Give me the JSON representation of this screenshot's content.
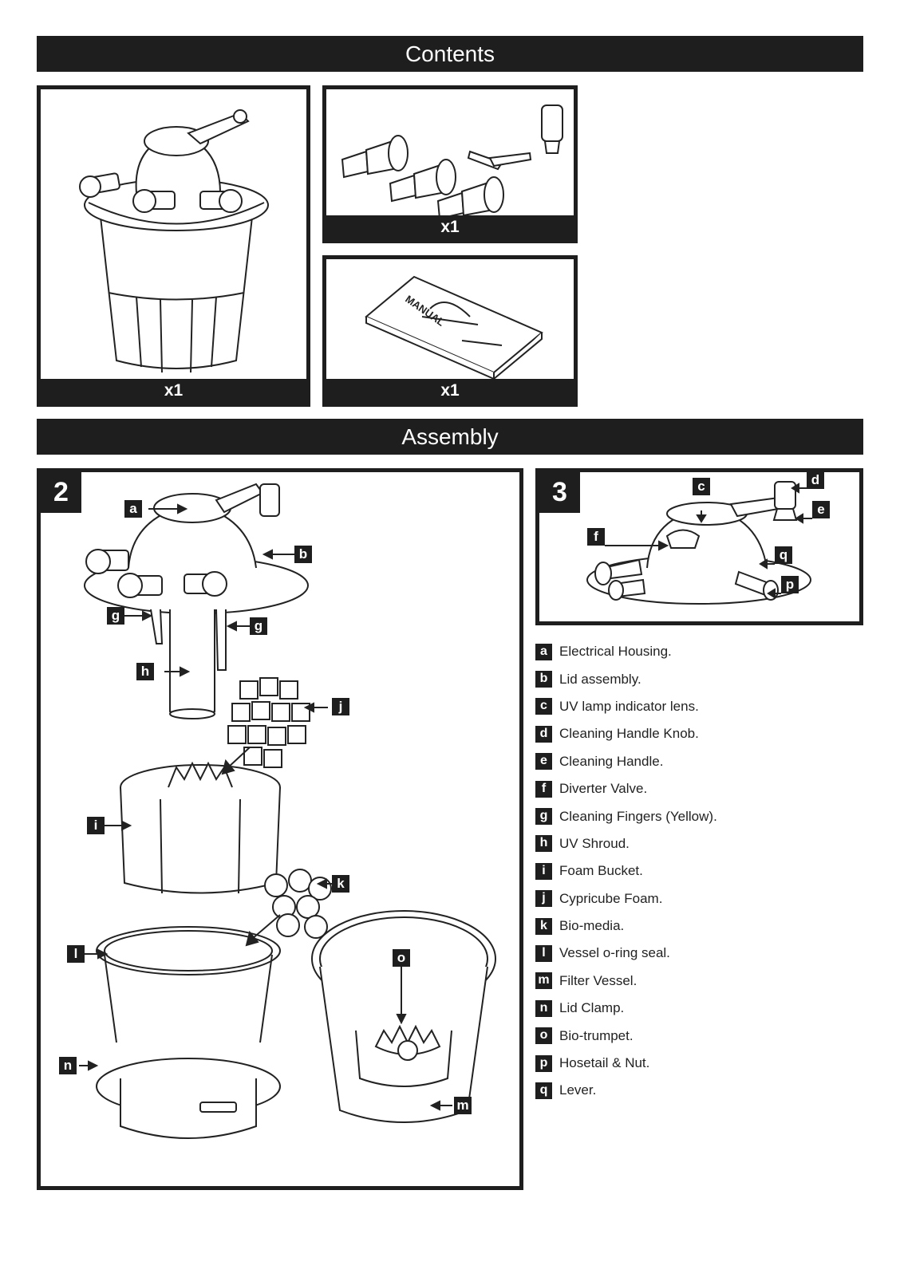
{
  "sections": {
    "contents_title": "Contents",
    "assembly_title": "Assembly"
  },
  "contents": {
    "filter_qty": "x1",
    "fittings_qty": "x1",
    "manual_qty": "x1",
    "manual_cover_text": "MANUAL"
  },
  "steps": {
    "step2": "2",
    "step3": "3"
  },
  "legend": [
    {
      "letter": "a",
      "text": "Electrical Housing."
    },
    {
      "letter": "b",
      "text": "Lid assembly."
    },
    {
      "letter": "c",
      "text": "UV lamp indicator lens."
    },
    {
      "letter": "d",
      "text": "Cleaning Handle Knob."
    },
    {
      "letter": "e",
      "text": "Cleaning Handle."
    },
    {
      "letter": "f",
      "text": "Diverter Valve."
    },
    {
      "letter": "g",
      "text": "Cleaning Fingers (Yellow)."
    },
    {
      "letter": "h",
      "text": "UV Shroud."
    },
    {
      "letter": "i",
      "text": "Foam Bucket."
    },
    {
      "letter": "j",
      "text": "Cypricube Foam."
    },
    {
      "letter": "k",
      "text": "Bio-media."
    },
    {
      "letter": "l",
      "text": "Vessel o-ring seal."
    },
    {
      "letter": "m",
      "text": "Filter Vessel."
    },
    {
      "letter": "n",
      "text": "Lid Clamp."
    },
    {
      "letter": "o",
      "text": "Bio-trumpet."
    },
    {
      "letter": "p",
      "text": "Hosetail & Nut."
    },
    {
      "letter": "q",
      "text": "Lever."
    }
  ],
  "icons": {
    "filter": "pond-filter-illustration",
    "fittings": "hosetail-fittings-illustration",
    "manual": "manual-booklet-illustration",
    "exploded": "exploded-filter-illustration",
    "lid_detail": "lid-detail-illustration"
  }
}
